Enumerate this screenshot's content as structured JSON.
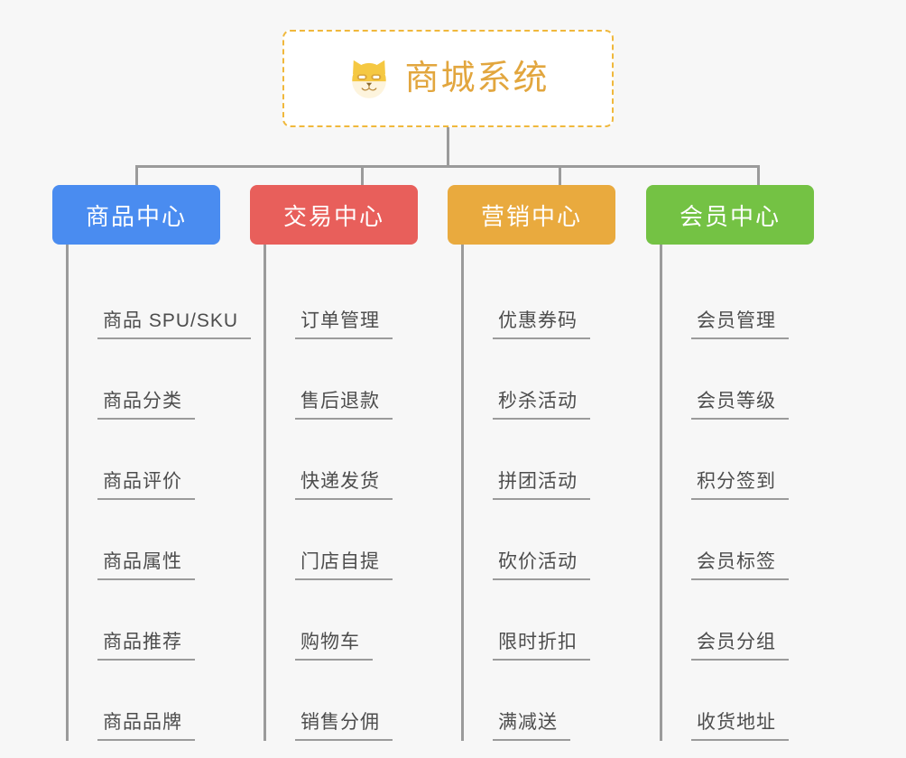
{
  "background_color": "#f7f7f7",
  "root": {
    "title": "商城系统",
    "icon": "shiba-dog-face-icon",
    "title_color": "#e2a63e",
    "border_color": "#f0b83c"
  },
  "connector_color": "#9b9b9b",
  "branches": [
    {
      "title": "商品中心",
      "color": "#4a8cf0",
      "items": [
        {
          "label": "商品 SPU/SKU"
        },
        {
          "label": "商品分类"
        },
        {
          "label": "商品评价"
        },
        {
          "label": "商品属性"
        },
        {
          "label": "商品推荐"
        },
        {
          "label": "商品品牌"
        }
      ]
    },
    {
      "title": "交易中心",
      "color": "#e85f5b",
      "items": [
        {
          "label": "订单管理"
        },
        {
          "label": "售后退款"
        },
        {
          "label": "快递发货"
        },
        {
          "label": "门店自提"
        },
        {
          "label": "购物车"
        },
        {
          "label": "销售分佣"
        }
      ]
    },
    {
      "title": "营销中心",
      "color": "#e9aa3e",
      "items": [
        {
          "label": "优惠券码"
        },
        {
          "label": "秒杀活动"
        },
        {
          "label": "拼团活动"
        },
        {
          "label": "砍价活动"
        },
        {
          "label": "限时折扣"
        },
        {
          "label": "满减送"
        }
      ]
    },
    {
      "title": "会员中心",
      "color": "#74c244",
      "items": [
        {
          "label": "会员管理"
        },
        {
          "label": "会员等级"
        },
        {
          "label": "积分签到"
        },
        {
          "label": "会员标签"
        },
        {
          "label": "会员分组"
        },
        {
          "label": "收货地址"
        }
      ]
    }
  ]
}
